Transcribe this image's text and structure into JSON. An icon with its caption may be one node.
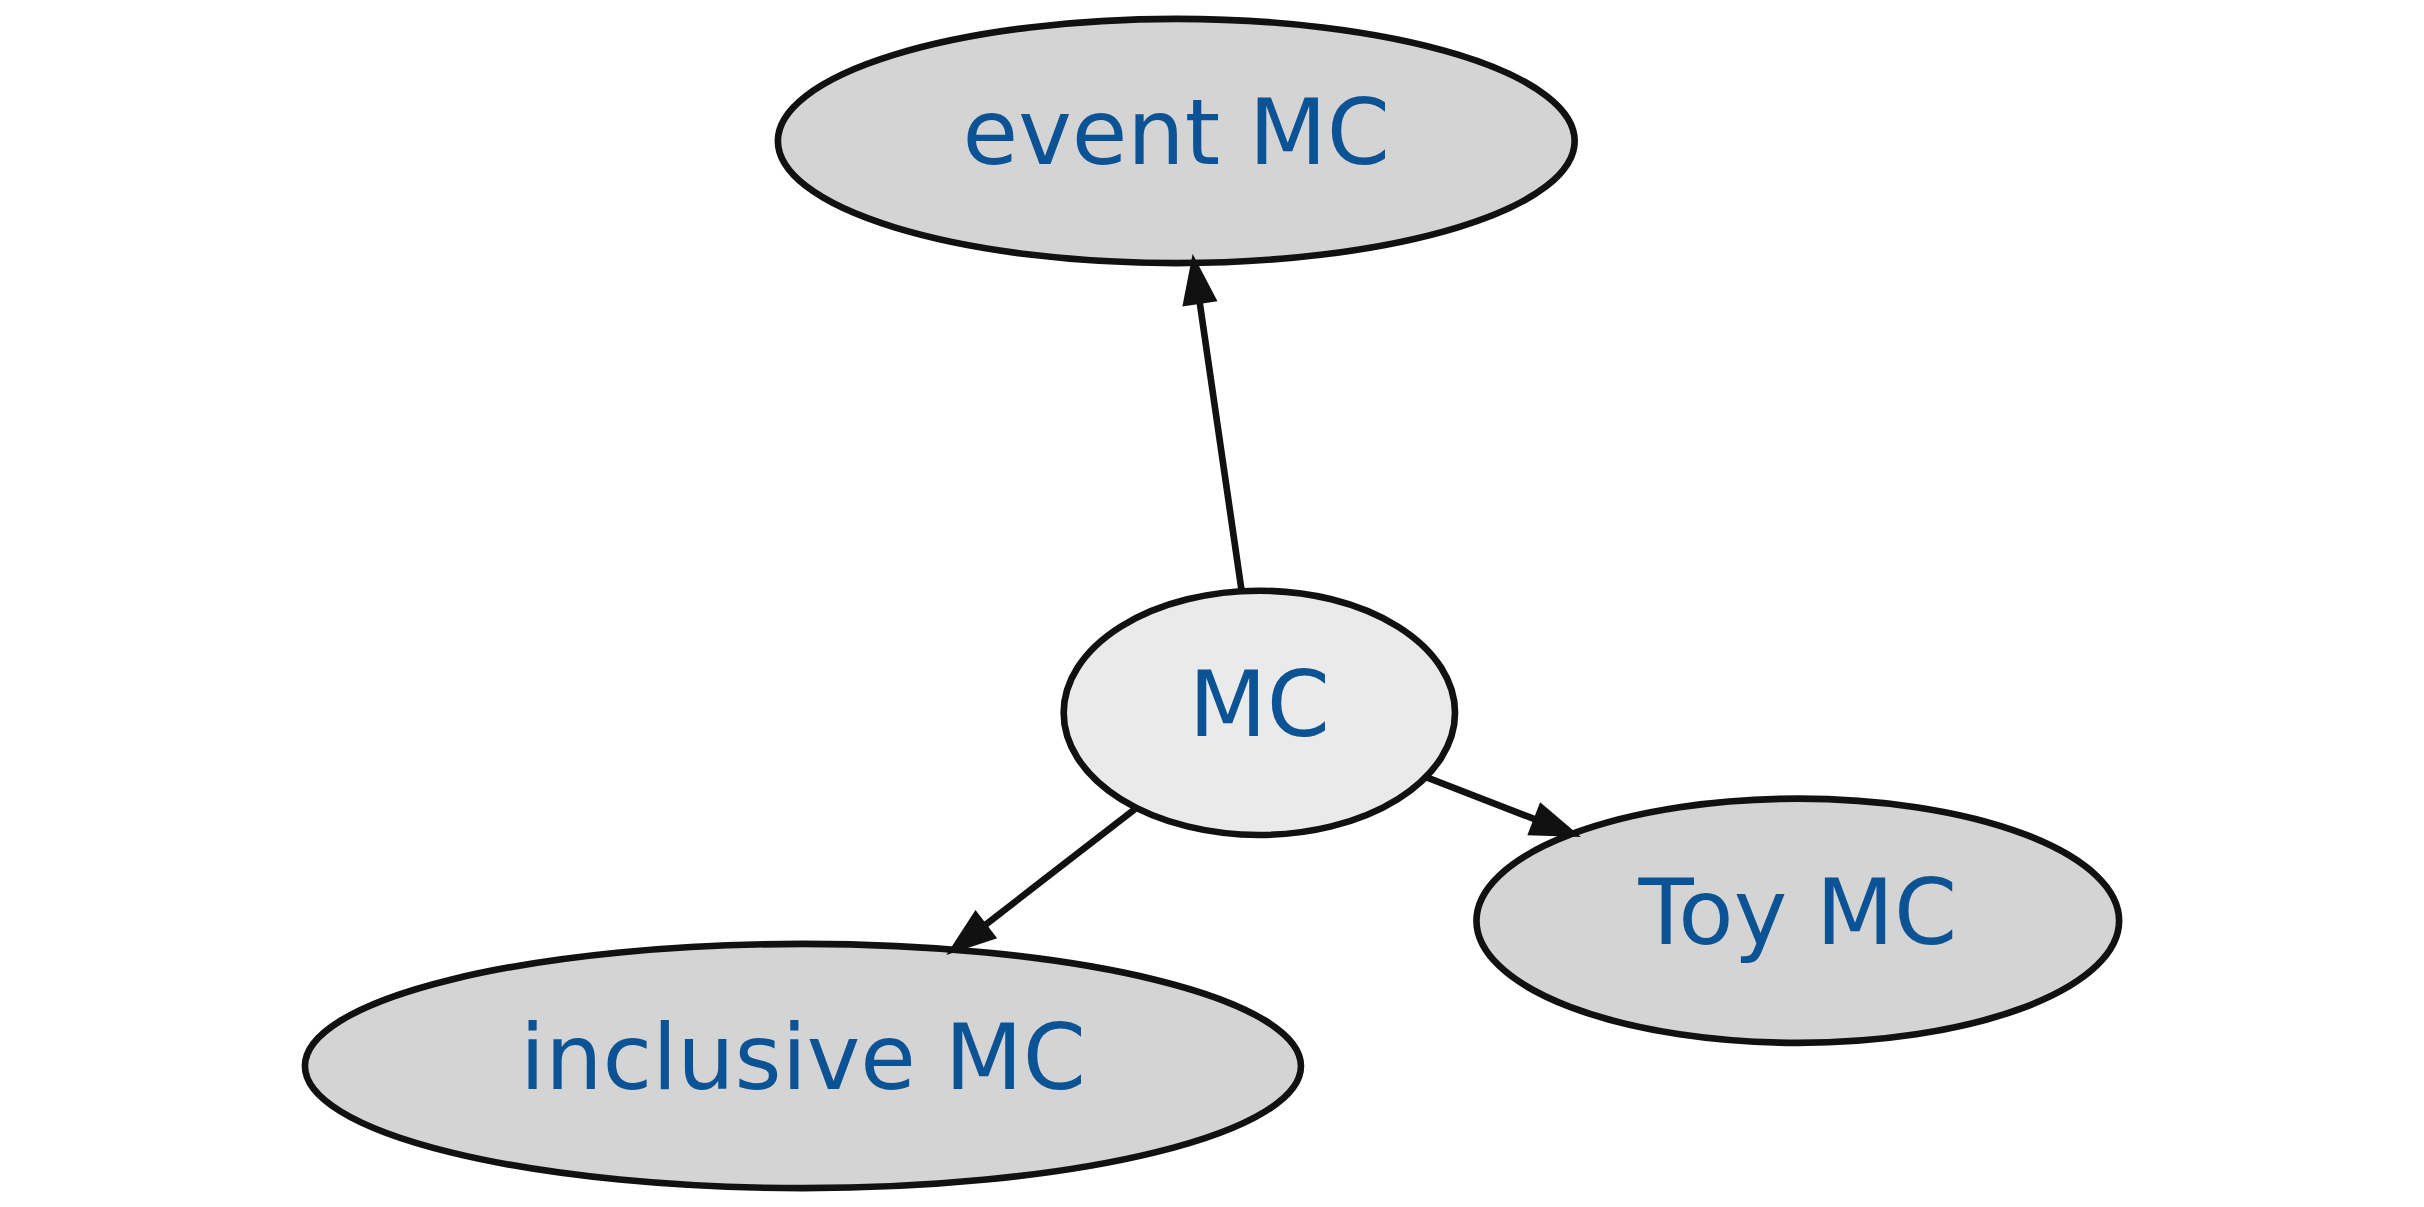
{
  "diagram": {
    "nodes": [
      {
        "text": [
          "inclusive MC"
        ]
      },
      {
        "text": [
          "Toy MC"
        ]
      },
      {
        "text": [
          "MC"
        ]
      },
      {
        "text": [
          "event MC"
        ]
      }
    ],
    "edges": [
      {
        "from": 2,
        "to": 1,
        "arrow": "to"
      },
      {
        "from": 2,
        "to": 0,
        "arrow": "to"
      },
      {
        "from": 2,
        "to": 3,
        "arrow": "to"
      }
    ]
  }
}
